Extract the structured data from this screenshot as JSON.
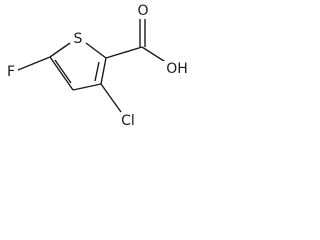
{
  "molecule": {
    "atoms": {
      "sulfur": "S",
      "fluorine": "F",
      "chlorine": "Cl",
      "carbonyl_oxygen": "O",
      "hydroxyl": "OH"
    }
  }
}
